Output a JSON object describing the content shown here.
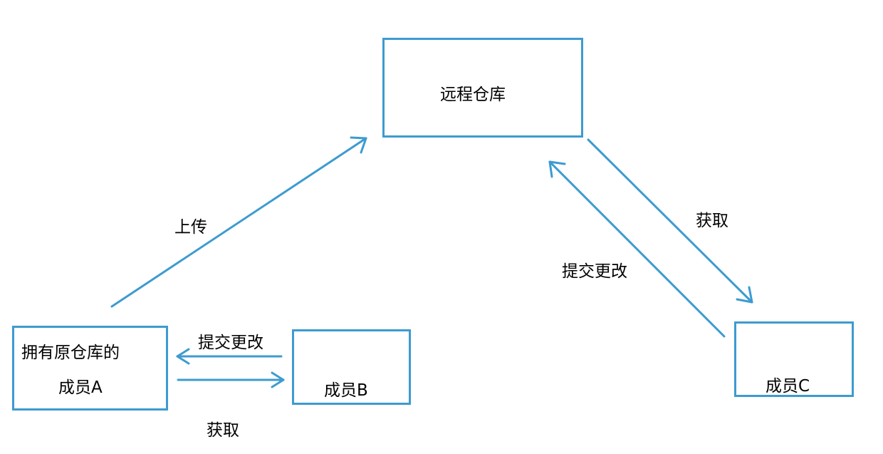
{
  "colors": {
    "accent": "#3d9bd0",
    "text": "#000000",
    "background": "#ffffff"
  },
  "nodes": {
    "remote": {
      "label": "远程仓库"
    },
    "member_a": {
      "line1": "拥有原仓库的",
      "line2": "成员A"
    },
    "member_b": {
      "label": "成员B"
    },
    "member_c": {
      "label": "成员C"
    }
  },
  "edges": {
    "a_to_remote": {
      "label": "上传"
    },
    "remote_to_c": {
      "label": "获取"
    },
    "c_to_remote": {
      "label": "提交更改"
    },
    "b_to_a": {
      "label": "提交更改"
    },
    "a_to_b": {
      "label": "获取"
    }
  }
}
